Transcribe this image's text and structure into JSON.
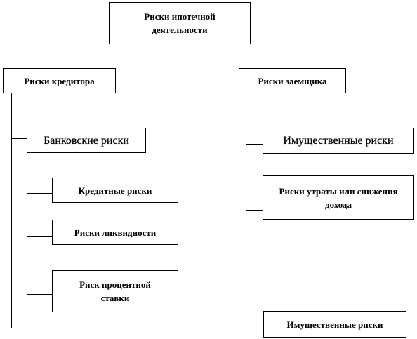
{
  "diagram": {
    "root": {
      "line1": "Риски  ипотечной",
      "line2": "деятельности"
    },
    "lender": {
      "label": "Риски кредитора"
    },
    "borrower": {
      "label": "Риски заемщика"
    },
    "banking": {
      "label": "Банковские риски"
    },
    "credit": {
      "label": "Кредитные риски"
    },
    "liquidity": {
      "label": "Риски ликвидности"
    },
    "interest": {
      "line1": "Риск процентной",
      "line2": "ставки"
    },
    "property_right": {
      "label": "Имущественные  риски"
    },
    "income_loss": {
      "line1": "Риски утраты или снижения",
      "line2": "дохода"
    },
    "property_bottom": {
      "label": "Имущественные риски"
    }
  }
}
